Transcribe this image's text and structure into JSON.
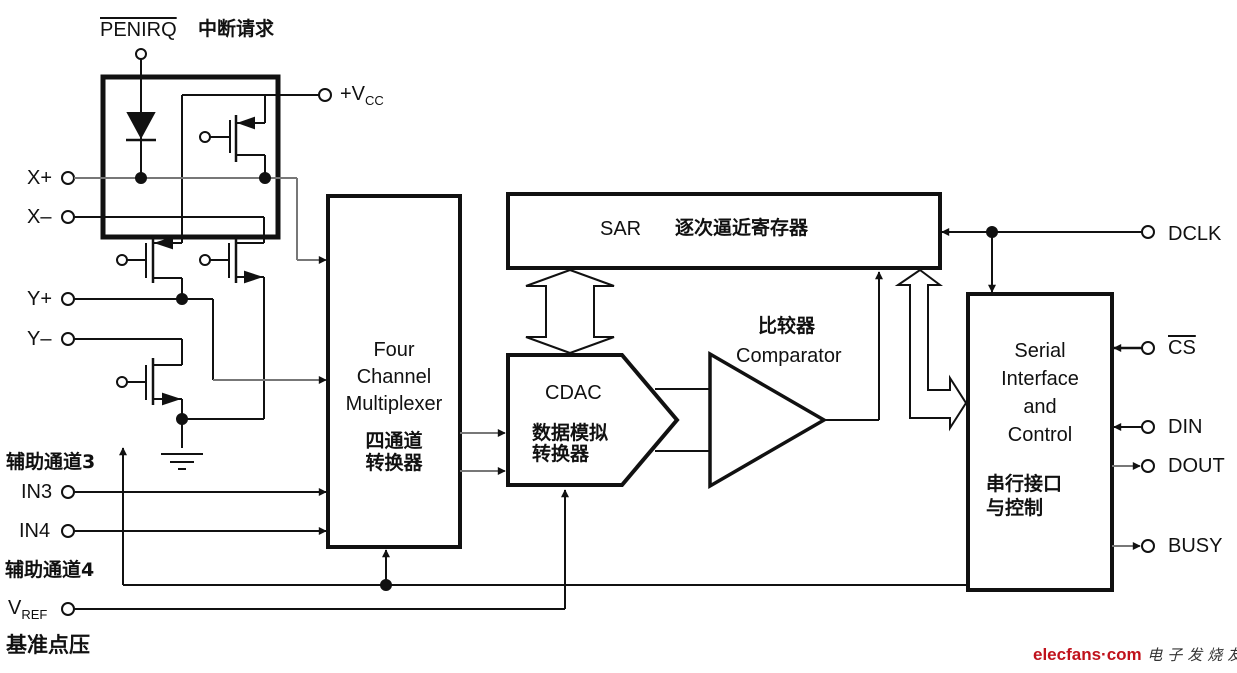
{
  "diagram": {
    "pins_left": {
      "penirq": "PENIRQ",
      "penirq_cn": "中断请求",
      "vcc_prefix": "+V",
      "vcc_sub": "CC",
      "xplus": "X+",
      "xminus": "X–",
      "yplus": "Y+",
      "yminus": "Y–",
      "aux3_cn": "辅助通道3",
      "in3": "IN3",
      "in4": "IN4",
      "aux4_cn": "辅助通道4",
      "vref_prefix": "V",
      "vref_sub": "REF",
      "vref_cn": "基准点压"
    },
    "blocks": {
      "mux_line1": "Four",
      "mux_line2": "Channel",
      "mux_line3": "Multiplexer",
      "mux_cn1": "四通道",
      "mux_cn2": "转换器",
      "sar": "SAR",
      "sar_cn": "逐次逼近寄存器",
      "cdac": "CDAC",
      "cdac_cn1": "数据模拟",
      "cdac_cn2": "转换器",
      "comp_cn": "比较器",
      "comp": "Comparator",
      "serial_line1": "Serial",
      "serial_line2": "Interface",
      "serial_line3": "and",
      "serial_line4": "Control",
      "serial_cn1": "串行接口",
      "serial_cn2": "与控制"
    },
    "pins_right": {
      "dclk": "DCLK",
      "cs": "CS",
      "din": "DIN",
      "dout": "DOUT",
      "busy": "BUSY"
    },
    "watermark": {
      "site": "elecfans·com",
      "cn": "电子发烧友",
      "color": "#c0121c"
    }
  }
}
